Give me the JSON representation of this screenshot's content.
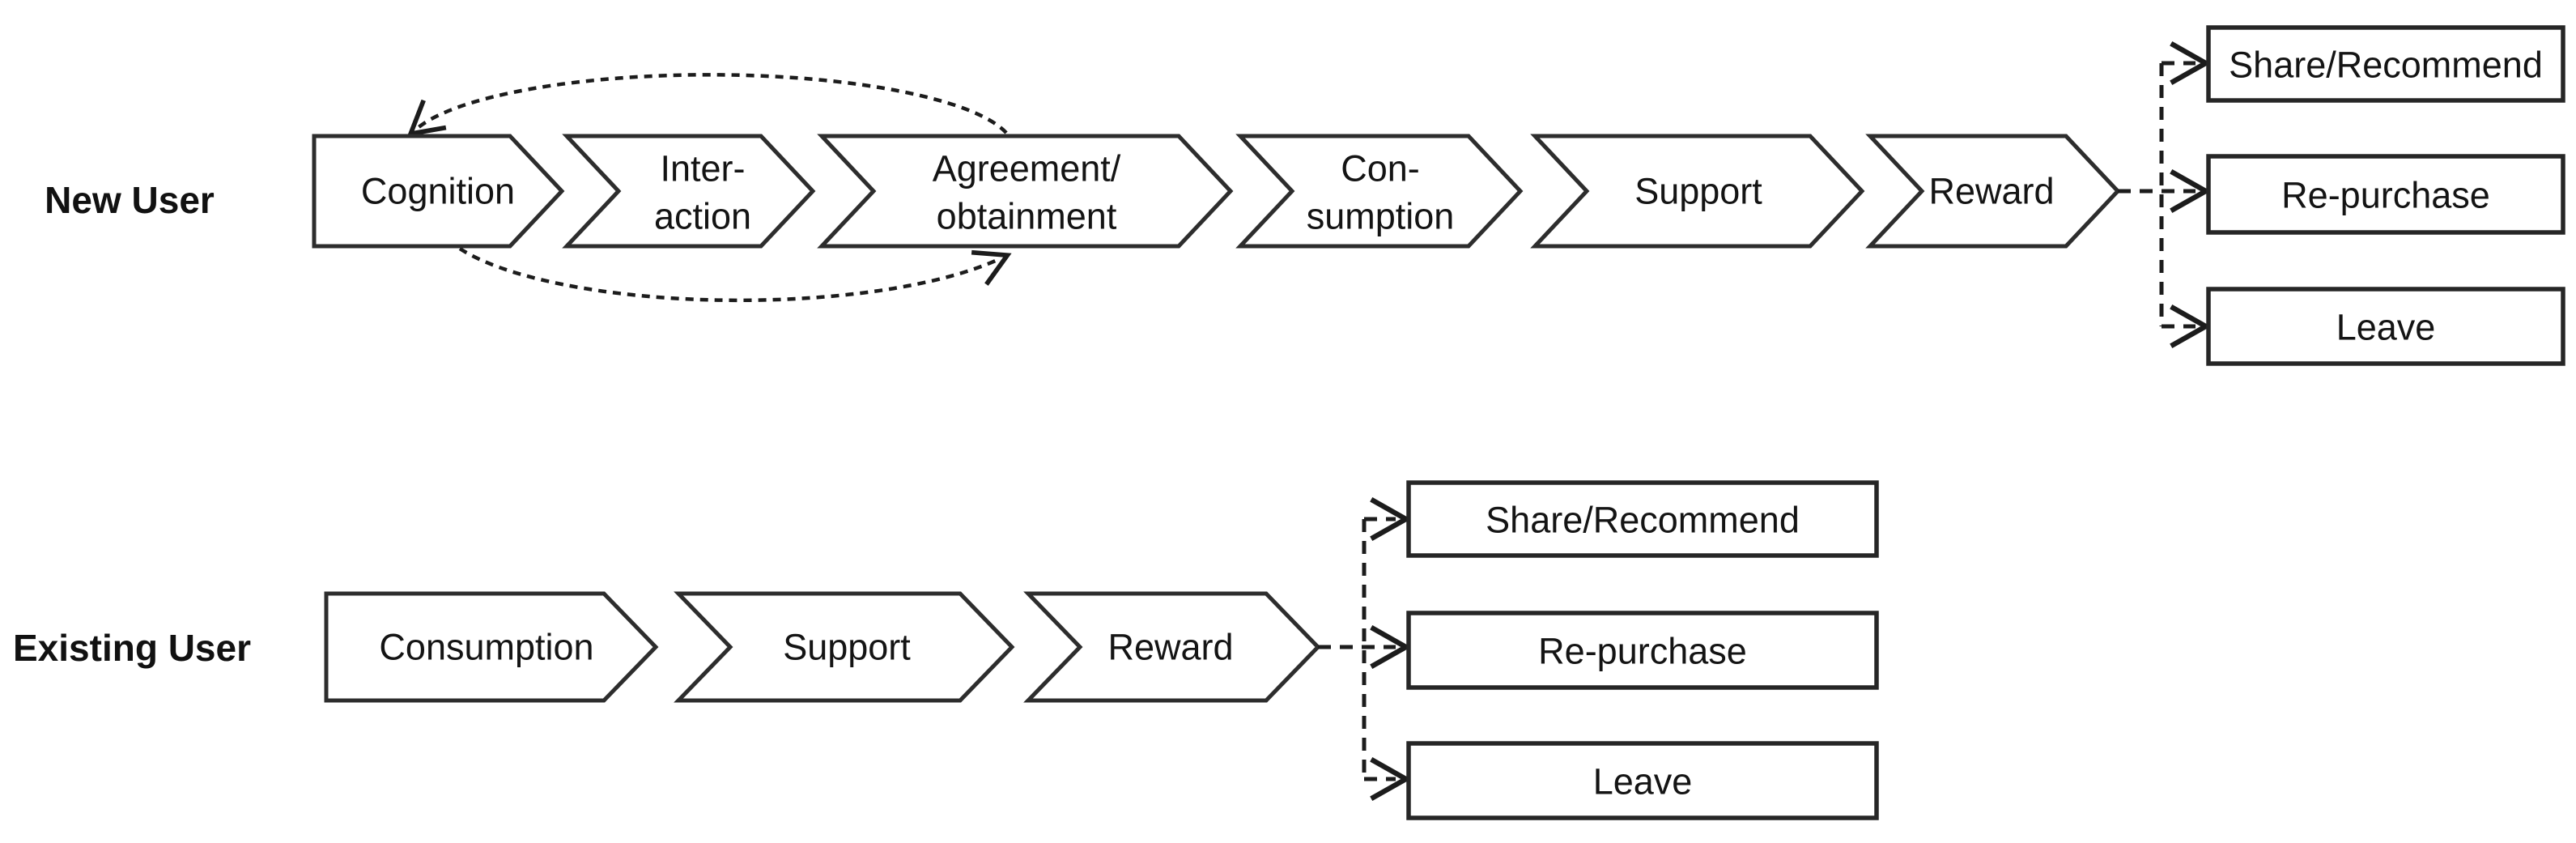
{
  "palette": {
    "background": "#ffffff",
    "line": "#2d2d2d",
    "text": "#141414"
  },
  "rows": [
    {
      "label": "New User",
      "stages": [
        {
          "lines": [
            "Cognition"
          ]
        },
        {
          "lines": [
            "Inter-",
            "action"
          ]
        },
        {
          "lines": [
            "Agreement/",
            "obtainment"
          ]
        },
        {
          "lines": [
            "Con-",
            "sumption"
          ]
        },
        {
          "lines": [
            "Support"
          ]
        },
        {
          "lines": [
            "Reward"
          ]
        }
      ],
      "loop": {
        "style": "dashed-cycle",
        "between": [
          "Cognition",
          "Agreement/obtainment"
        ]
      },
      "outcomes": [
        "Share/Recommend",
        "Re-purchase",
        "Leave"
      ]
    },
    {
      "label": "Existing User",
      "stages": [
        {
          "lines": [
            "Consumption"
          ]
        },
        {
          "lines": [
            "Support"
          ]
        },
        {
          "lines": [
            "Reward"
          ]
        }
      ],
      "outcomes": [
        "Share/Recommend",
        "Re-purchase",
        "Leave"
      ]
    }
  ]
}
